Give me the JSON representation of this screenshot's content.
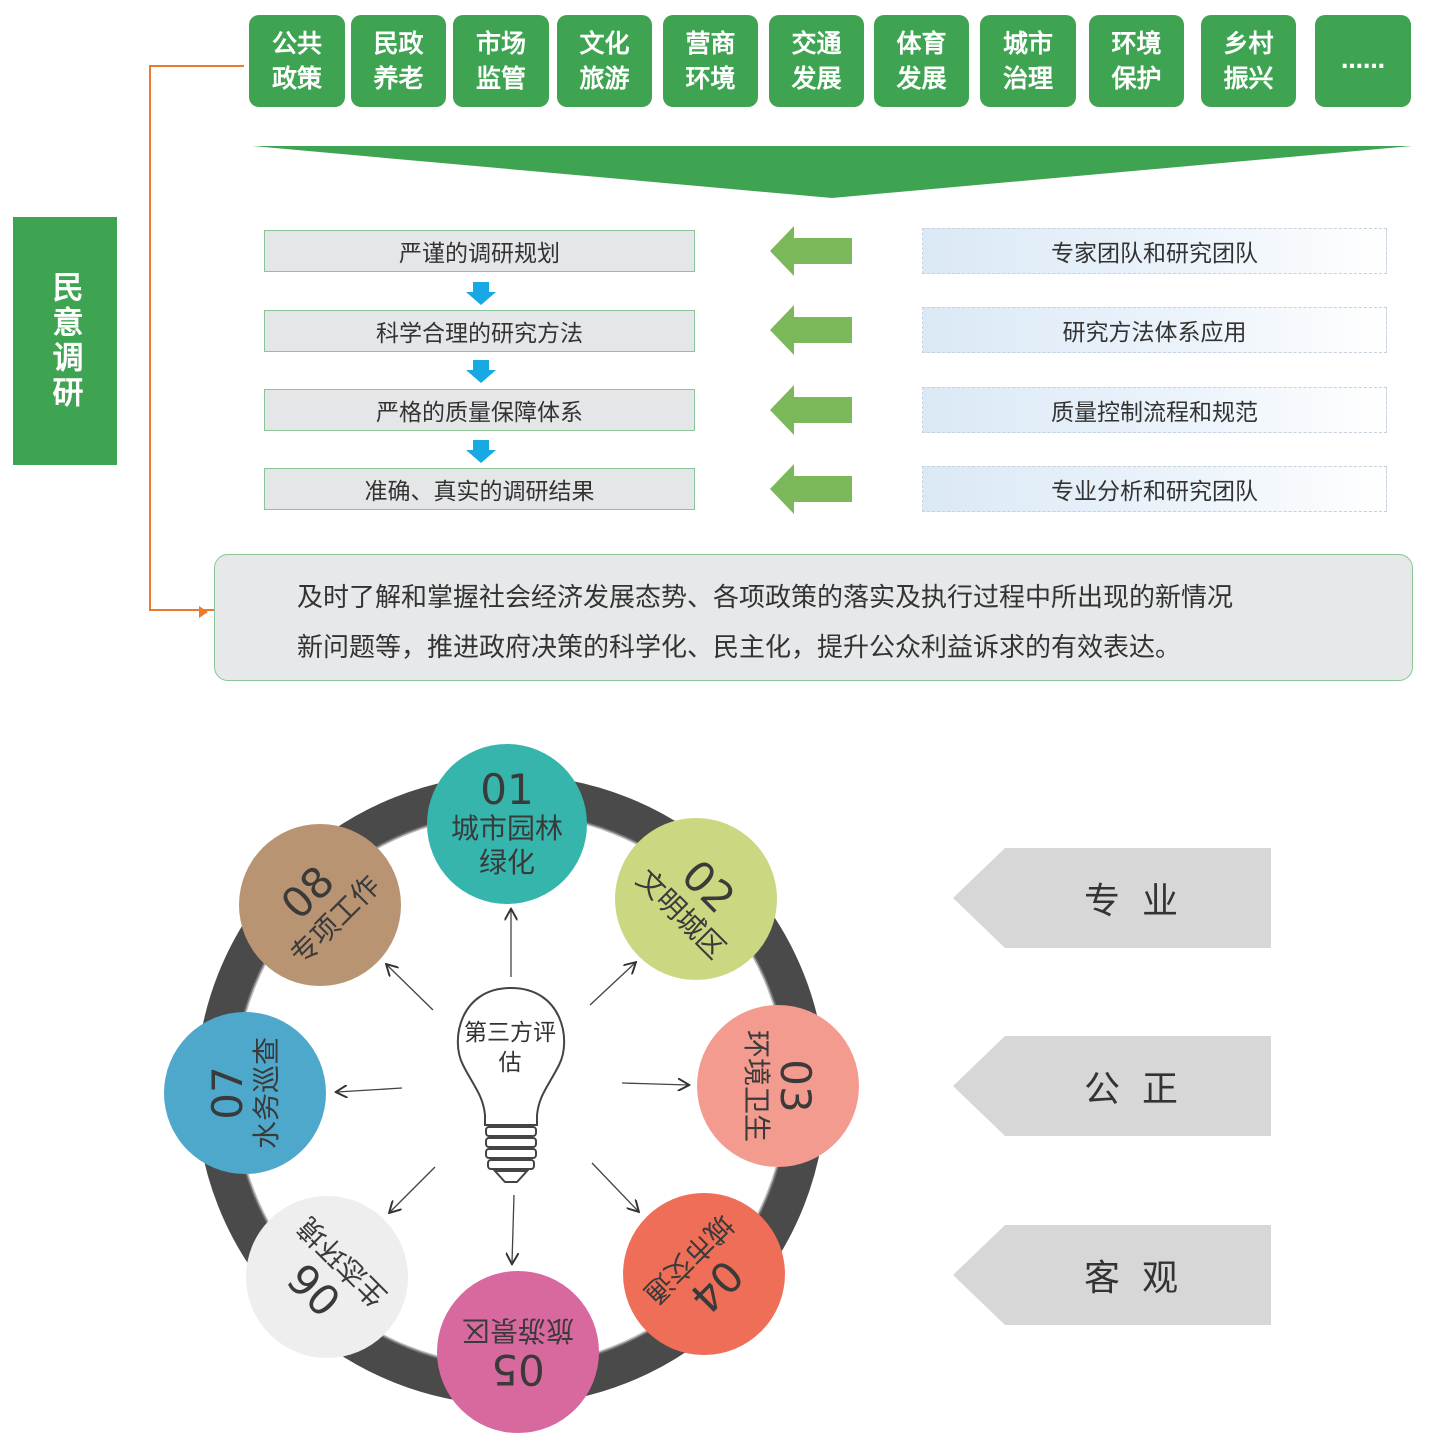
{
  "side_label": "民意调研",
  "categories": [
    "公共政策",
    "民政养老",
    "市场监管",
    "文化旅游",
    "营商环境",
    "交通发展",
    "体育发展",
    "城市治理",
    "环境保护",
    "乡村振兴",
    "……"
  ],
  "process_steps": [
    "严谨的调研规划",
    "科学合理的研究方法",
    "严格的质量保障体系",
    "准确、真实的调研结果"
  ],
  "resources": [
    "专家团队和研究团队",
    "研究方法体系应用",
    "质量控制流程和规范",
    "专业分析和研究团队"
  ],
  "summary": {
    "line1": "及时了解和掌握社会经济发展态势、各项政策的落实及执行过程中所出现的新情况",
    "line2": "新问题等，推进政府决策的科学化、民主化，提升公众利益诉求的有效表达。"
  },
  "evaluation": {
    "center": "第三方评估",
    "items": [
      {
        "num": "01",
        "label": "城市园林绿化",
        "color": "#35b5ac"
      },
      {
        "num": "02",
        "label": "文明城区",
        "color": "#ccd781"
      },
      {
        "num": "03",
        "label": "环境卫生",
        "color": "#f39b8e"
      },
      {
        "num": "04",
        "label": "城市交通",
        "color": "#ef6e58"
      },
      {
        "num": "05",
        "label": "旅游景区",
        "color": "#d8699e"
      },
      {
        "num": "06",
        "label": "生态环境",
        "color": "#eeeeee"
      },
      {
        "num": "07",
        "label": "水务巡查",
        "color": "#4ea8cb"
      },
      {
        "num": "08",
        "label": "专项工作",
        "color": "#b99472"
      }
    ]
  },
  "qualities": [
    "专业",
    "公正",
    "客观"
  ],
  "colors": {
    "green": "#3fa452",
    "light_green": "#7ab85a",
    "orange": "#ec7a2a",
    "blue_arrow": "#18a8e4"
  }
}
